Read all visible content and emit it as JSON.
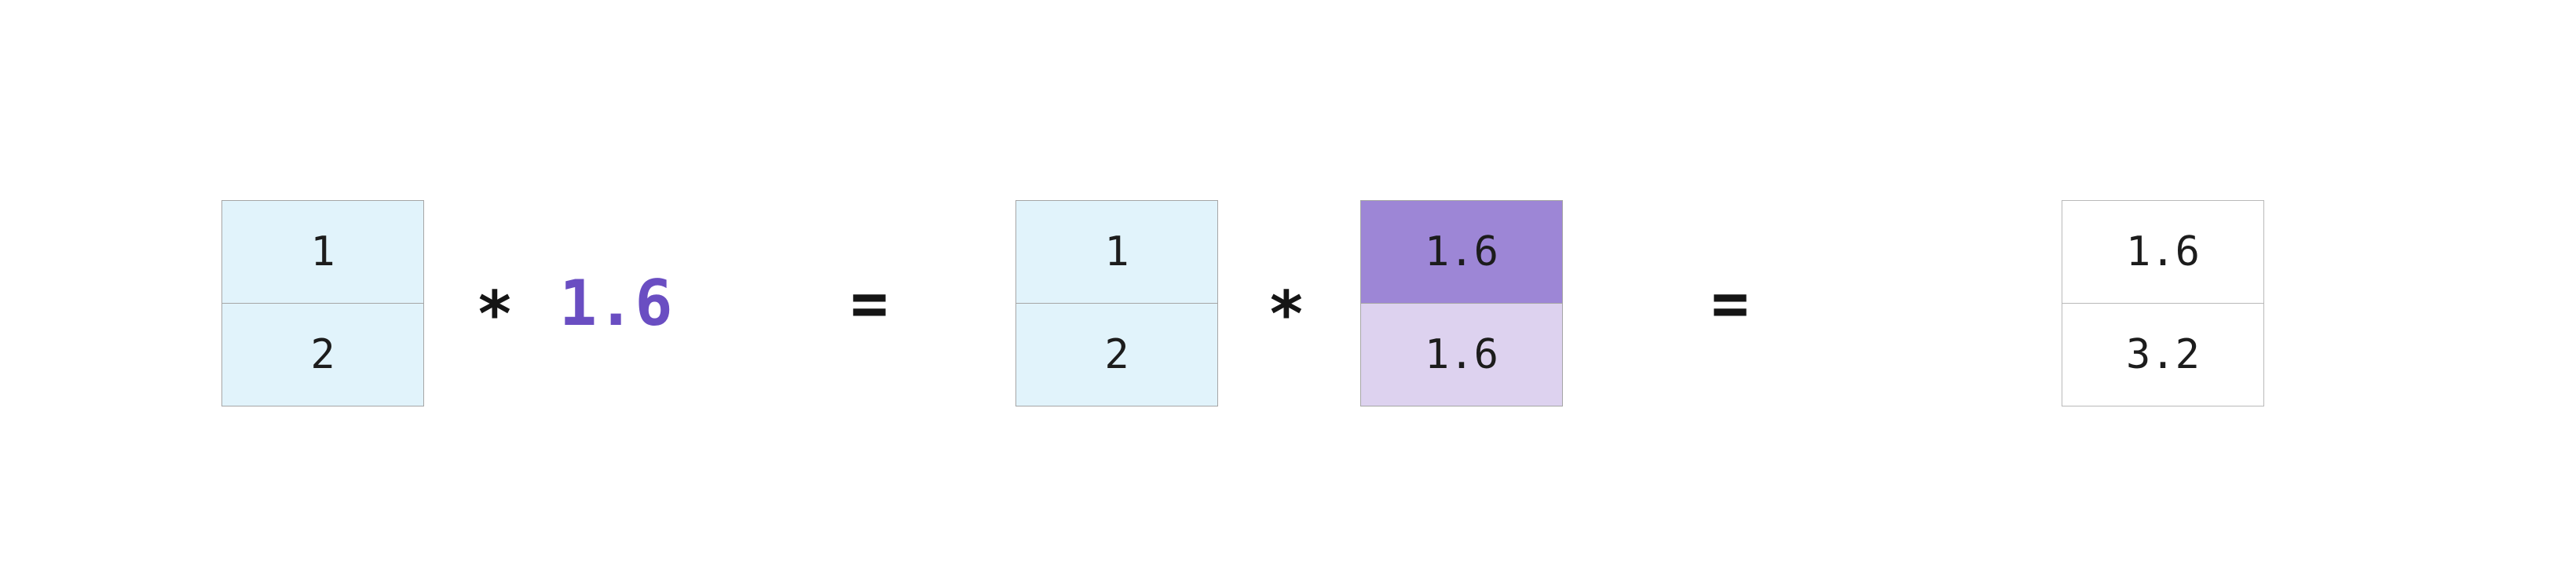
{
  "figure": {
    "description_name": "scalar-broadcasting-diagram",
    "background": "#ffffff"
  },
  "colors": {
    "vector_fill": "#e1f3fb",
    "vector_border": "#a6a6a6",
    "broadcast_top_fill": "#9d86d6",
    "broadcast_bottom_fill": "#ddd2ef",
    "broadcast_border": "#a6a6a6",
    "result_fill": "#ffffff",
    "result_border": "#b9b9b9",
    "operator_color": "#151515",
    "scalar_color": "#6a4ec2",
    "cell_text_color": "#1c1c1c"
  },
  "tables": {
    "vector_a": {
      "cells": [
        "1",
        "2"
      ]
    },
    "broadcast": {
      "cells": [
        "1.6",
        "1.6"
      ]
    },
    "result": {
      "cells": [
        "1.6",
        "3.2"
      ]
    }
  },
  "scalar": {
    "value": "1.6"
  },
  "operators": {
    "multiply": "*",
    "equals": "="
  }
}
